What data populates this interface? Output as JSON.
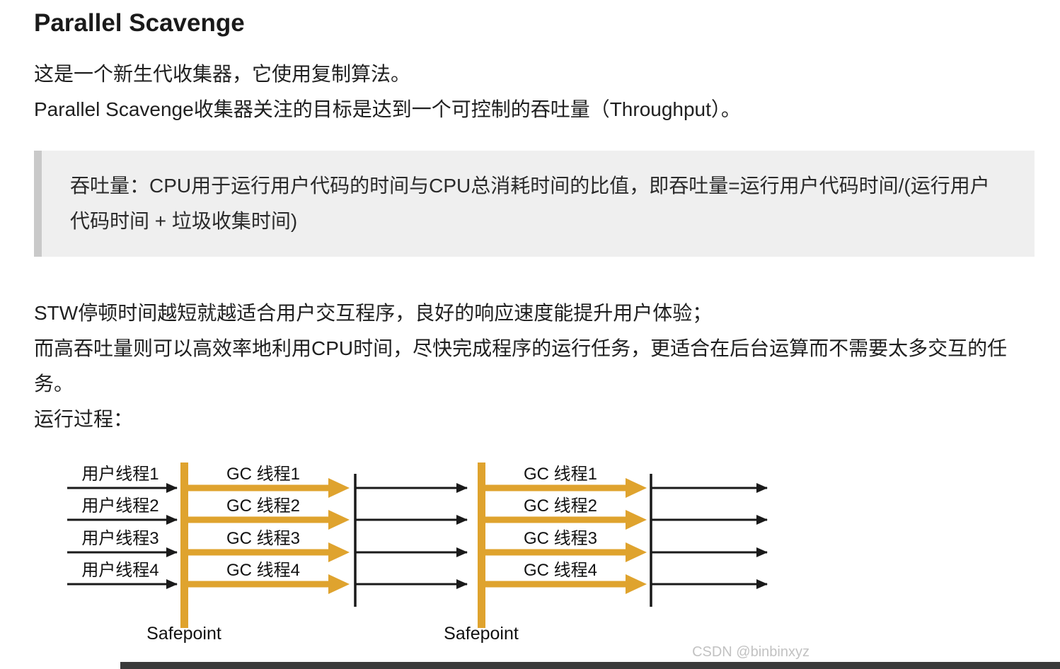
{
  "colors": {
    "gc": "#DFA32E",
    "thread": "#1a1a1a",
    "quote_bg": "#efefef",
    "quote_border": "#c9c9c9",
    "watermark": "#c2c2c2",
    "bottom_bar": "#3a3a3a"
  },
  "page": {
    "title": "Parallel Scavenge",
    "p1": "这是一个新生代收集器，它使用复制算法。",
    "p2": "Parallel Scavenge收集器关注的目标是达到一个可控制的吞吐量（Throughput）。",
    "quote": "吞吐量：CPU用于运行用户代码的时间与CPU总消耗时间的比值，即吞吐量=运行用户代码时间/(运行用户代码时间 + 垃圾收集时间)",
    "p3": "STW停顿时间越短就越适合用户交互程序，良好的响应速度能提升用户体验；",
    "p4": "而高吞吐量则可以高效率地利用CPU时间，尽快完成程序的运行任务，更适合在后台运算而不需要太多交互的任务。",
    "p5": "运行过程："
  },
  "diagram": {
    "user_threads": [
      "用户线程1",
      "用户线程2",
      "用户线程3",
      "用户线程4"
    ],
    "gc_group1": [
      "GC 线程1",
      "GC 线程2",
      "GC 线程3",
      "GC 线程4"
    ],
    "gc_group2": [
      "GC 线程1",
      "GC 线程2",
      "GC 线程3",
      "GC 线程4"
    ],
    "safepoint1": "Safepoint",
    "safepoint2": "Safepoint",
    "watermark": "CSDN @binbinxyz"
  }
}
